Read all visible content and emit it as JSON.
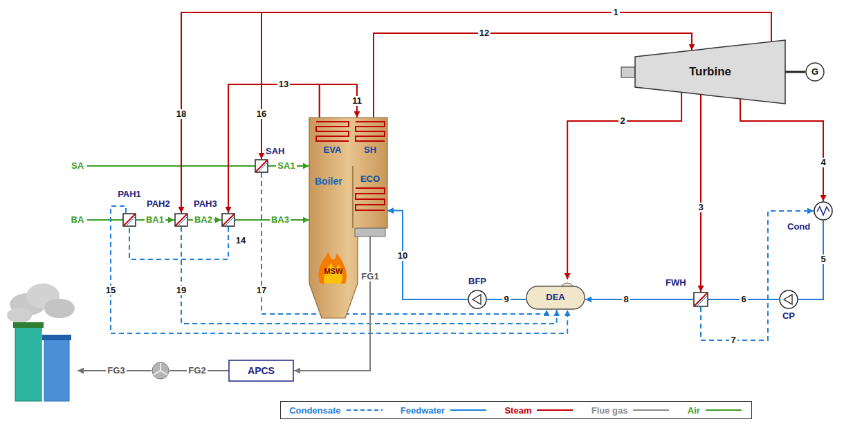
{
  "diagram": {
    "nodes": [
      {
        "text": [
          "Turbine"
        ]
      },
      {
        "text": [
          "G"
        ]
      },
      {
        "text": [
          "Boiler"
        ]
      },
      {
        "text": [
          "EVA"
        ],
        "in": 2
      },
      {
        "text": [
          "SH"
        ],
        "in": 2
      },
      {
        "text": [
          "ECO"
        ],
        "in": 2
      },
      {
        "text": [
          "SAH"
        ]
      },
      {
        "text": [
          "PAH1"
        ]
      },
      {
        "text": [
          "PAH2"
        ]
      },
      {
        "text": [
          "PAH3"
        ]
      },
      {
        "text": [
          "DEA"
        ]
      },
      {
        "text": [
          "BFP"
        ]
      },
      {
        "text": [
          "FWH"
        ]
      },
      {
        "text": [
          "CP"
        ]
      },
      {
        "text": [
          "Cond"
        ]
      },
      {
        "text": [
          "APCS"
        ]
      }
    ],
    "edges": [
      {
        "from": 0,
        "to": 1,
        "arrow": "none"
      },
      {
        "from": 0,
        "to": 8,
        "arrow": "to"
      },
      {
        "from": 0,
        "to": 6,
        "arrow": "to"
      },
      {
        "from": 4,
        "to": 0,
        "label": "12",
        "arrow": "to"
      },
      {
        "from": 3,
        "to": 4,
        "label": "11",
        "arrow": "to"
      },
      {
        "from": 3,
        "to": 9,
        "arrow": "to"
      },
      {
        "from": 0,
        "to": 10,
        "label": "2",
        "arrow": "to"
      },
      {
        "from": 0,
        "to": 12,
        "label": "3",
        "arrow": "to"
      },
      {
        "from": 0,
        "to": 14,
        "label": "4",
        "arrow": "to"
      },
      {
        "from": 14,
        "to": 13,
        "label": "5",
        "arrow": "none"
      },
      {
        "from": 13,
        "to": 12,
        "label": "6",
        "arrow": "none"
      },
      {
        "from": 12,
        "to": 10,
        "label": "8",
        "arrow": "to"
      },
      {
        "from": 12,
        "to": 14,
        "label": "7",
        "arrow": "to"
      },
      {
        "from": 10,
        "to": 11,
        "label": "9",
        "arrow": "none"
      },
      {
        "from": 11,
        "to": 5,
        "label": "10",
        "arrow": "to"
      },
      {
        "from": 7,
        "to": 10,
        "label": "15",
        "arrow": "to"
      },
      {
        "from": 8,
        "to": 10,
        "label": "19",
        "arrow": "to"
      },
      {
        "from": 6,
        "to": 10,
        "label": "17",
        "arrow": "to"
      },
      {
        "from": 9,
        "to": 7,
        "arrow": "none"
      },
      {
        "from": 6,
        "to": 2,
        "label": "SA1",
        "arrow": "to"
      },
      {
        "from": 7,
        "to": 8,
        "label": "BA1",
        "arrow": "to"
      },
      {
        "from": 8,
        "to": 9,
        "label": "BA2",
        "arrow": "to"
      },
      {
        "from": 9,
        "to": 2,
        "label": "BA3",
        "arrow": "to"
      },
      {
        "from": 2,
        "to": 15,
        "label": "FG1",
        "arrow": "to"
      }
    ],
    "labels": [
      "1",
      "18",
      "16",
      "13",
      "14",
      "MSW",
      "SA",
      "BA",
      "FG2",
      "FG3"
    ],
    "legend": [
      {
        "text": "Condensate"
      },
      {
        "text": "Feedwater"
      },
      {
        "text": "Steam"
      },
      {
        "text": "Flue gas"
      },
      {
        "text": "Air"
      }
    ]
  }
}
